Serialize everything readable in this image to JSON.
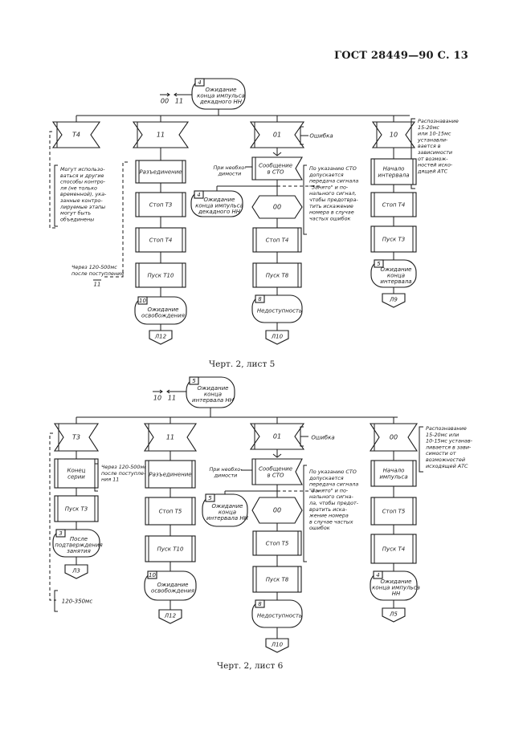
{
  "header": {
    "title": "ГОСТ 28449—90 С. 13"
  },
  "fig1": {
    "caption": "Черт. 2, лист 5",
    "inputs": [
      "00",
      "11"
    ],
    "start_state": {
      "num": "4",
      "lines": [
        "Ожидание",
        "конца импульса",
        "декадного НН"
      ]
    },
    "receive": [
      "T4",
      "11",
      "01",
      "10"
    ],
    "label_error": "Ошибка",
    "note_left": [
      "Могут использо-",
      "ваться и другие",
      "способы контро-",
      "ля (не только",
      "временной), ука-",
      "занные контро-",
      "лируемые этапы",
      "могут быть",
      "объединены"
    ],
    "note_right": [
      "Распознавание",
      "15-20мс",
      "или 10-15мс",
      "устанавли-",
      "вается в",
      "зависимости",
      "от возмож-",
      "ностей иско-",
      "дящей АТС"
    ],
    "note_sto": [
      "По указанию СТО",
      "допускается",
      "передача сигнала",
      "\"Занято\" и по-",
      "нального сигнал,",
      "чтобы предотвра-",
      "тить искажение",
      "номера в случае",
      "частых ошибок"
    ],
    "note_need": [
      "При необхо-",
      "димости"
    ],
    "note_delay": [
      "Через 120-500мс",
      "после поступления"
    ],
    "delay_signal": "11",
    "col1": [
      "Разъединение",
      "Стоп Т3",
      "Стоп Т4",
      "Пуск Т10"
    ],
    "col1_end": {
      "num": "10",
      "lines": [
        "Ожидание",
        "освобождения"
      ]
    },
    "col1_conn": "Л12",
    "col2_msg": [
      "Сообщение",
      "в СТО"
    ],
    "col2_side_state": {
      "num": "4",
      "lines": [
        "Ожидание",
        "конца импульса",
        "декадного НН"
      ]
    },
    "col2_send": "00",
    "col2": [
      "Стоп Т4",
      "Пуск Т8"
    ],
    "col2_end": {
      "num": "8",
      "lines": [
        "Недоступность"
      ]
    },
    "col2_conn": "Л10",
    "col3": [
      [
        "Начало",
        "интервала"
      ],
      [
        "Стоп Т4"
      ],
      [
        "Пуск Т3"
      ]
    ],
    "col3_end": {
      "num": "5",
      "lines": [
        "Ожидание",
        "конца",
        "интервала"
      ]
    },
    "col3_conn": "Л9"
  },
  "fig2": {
    "caption": "Черт. 2, лист 6",
    "inputs": [
      "10",
      "11"
    ],
    "start_state": {
      "num": "5",
      "lines": [
        "Ожидание",
        "конца",
        "интервала НН"
      ]
    },
    "receive": [
      "T3",
      "11",
      "01",
      "00"
    ],
    "label_error": "Ошибка",
    "note_right": [
      "Распознавание",
      "15-20мс или",
      "10-15мс устанав-",
      "ливается в зави-",
      "симости от",
      "возможностей",
      "исходящей АТС"
    ],
    "note_sto": [
      "По указанию СТО",
      "допускается",
      "передача сигнала",
      "\"Занято\" и по-",
      "нального сигна-",
      "ла, чтобы предот-",
      "вратить иска-",
      "жение номера",
      "в случае частых",
      "ошибок"
    ],
    "note_need": [
      "При необхо-",
      "димости"
    ],
    "note_delay": [
      "Через 120-500мс",
      "после поступле-",
      "ния 11"
    ],
    "note_bottom": "120-350мс",
    "col0": [
      [
        "Конец",
        "серии"
      ],
      [
        "Пуск Т3"
      ]
    ],
    "col0_end": {
      "num": "3",
      "lines": [
        "После",
        "подтверждения",
        "занятия"
      ]
    },
    "col0_conn": "Л3",
    "col1": [
      "Разъединение",
      "Стоп Т5",
      "Пуск Т10"
    ],
    "col1_end": {
      "num": "10",
      "lines": [
        "Ожидание",
        "освобождения"
      ]
    },
    "col1_conn": "Л12",
    "col2_msg": [
      "Сообщение",
      "в СТО"
    ],
    "col2_side_state": {
      "num": "5",
      "lines": [
        "Ожидание",
        "конца",
        "интервала НН"
      ]
    },
    "col2_send": "00",
    "col2": [
      "Стоп Т5",
      "Пуск Т8"
    ],
    "col2_end": {
      "num": "8",
      "lines": [
        "Недоступность"
      ]
    },
    "col2_conn": "Л10",
    "col3": [
      [
        "Начало",
        "импульса"
      ],
      [
        "Стоп Т5"
      ],
      [
        "Пуск Т4"
      ]
    ],
    "col3_end": {
      "num": "4",
      "lines": [
        "Ожидание",
        "конца импульса",
        "НН"
      ]
    },
    "col3_conn": "Л5"
  }
}
